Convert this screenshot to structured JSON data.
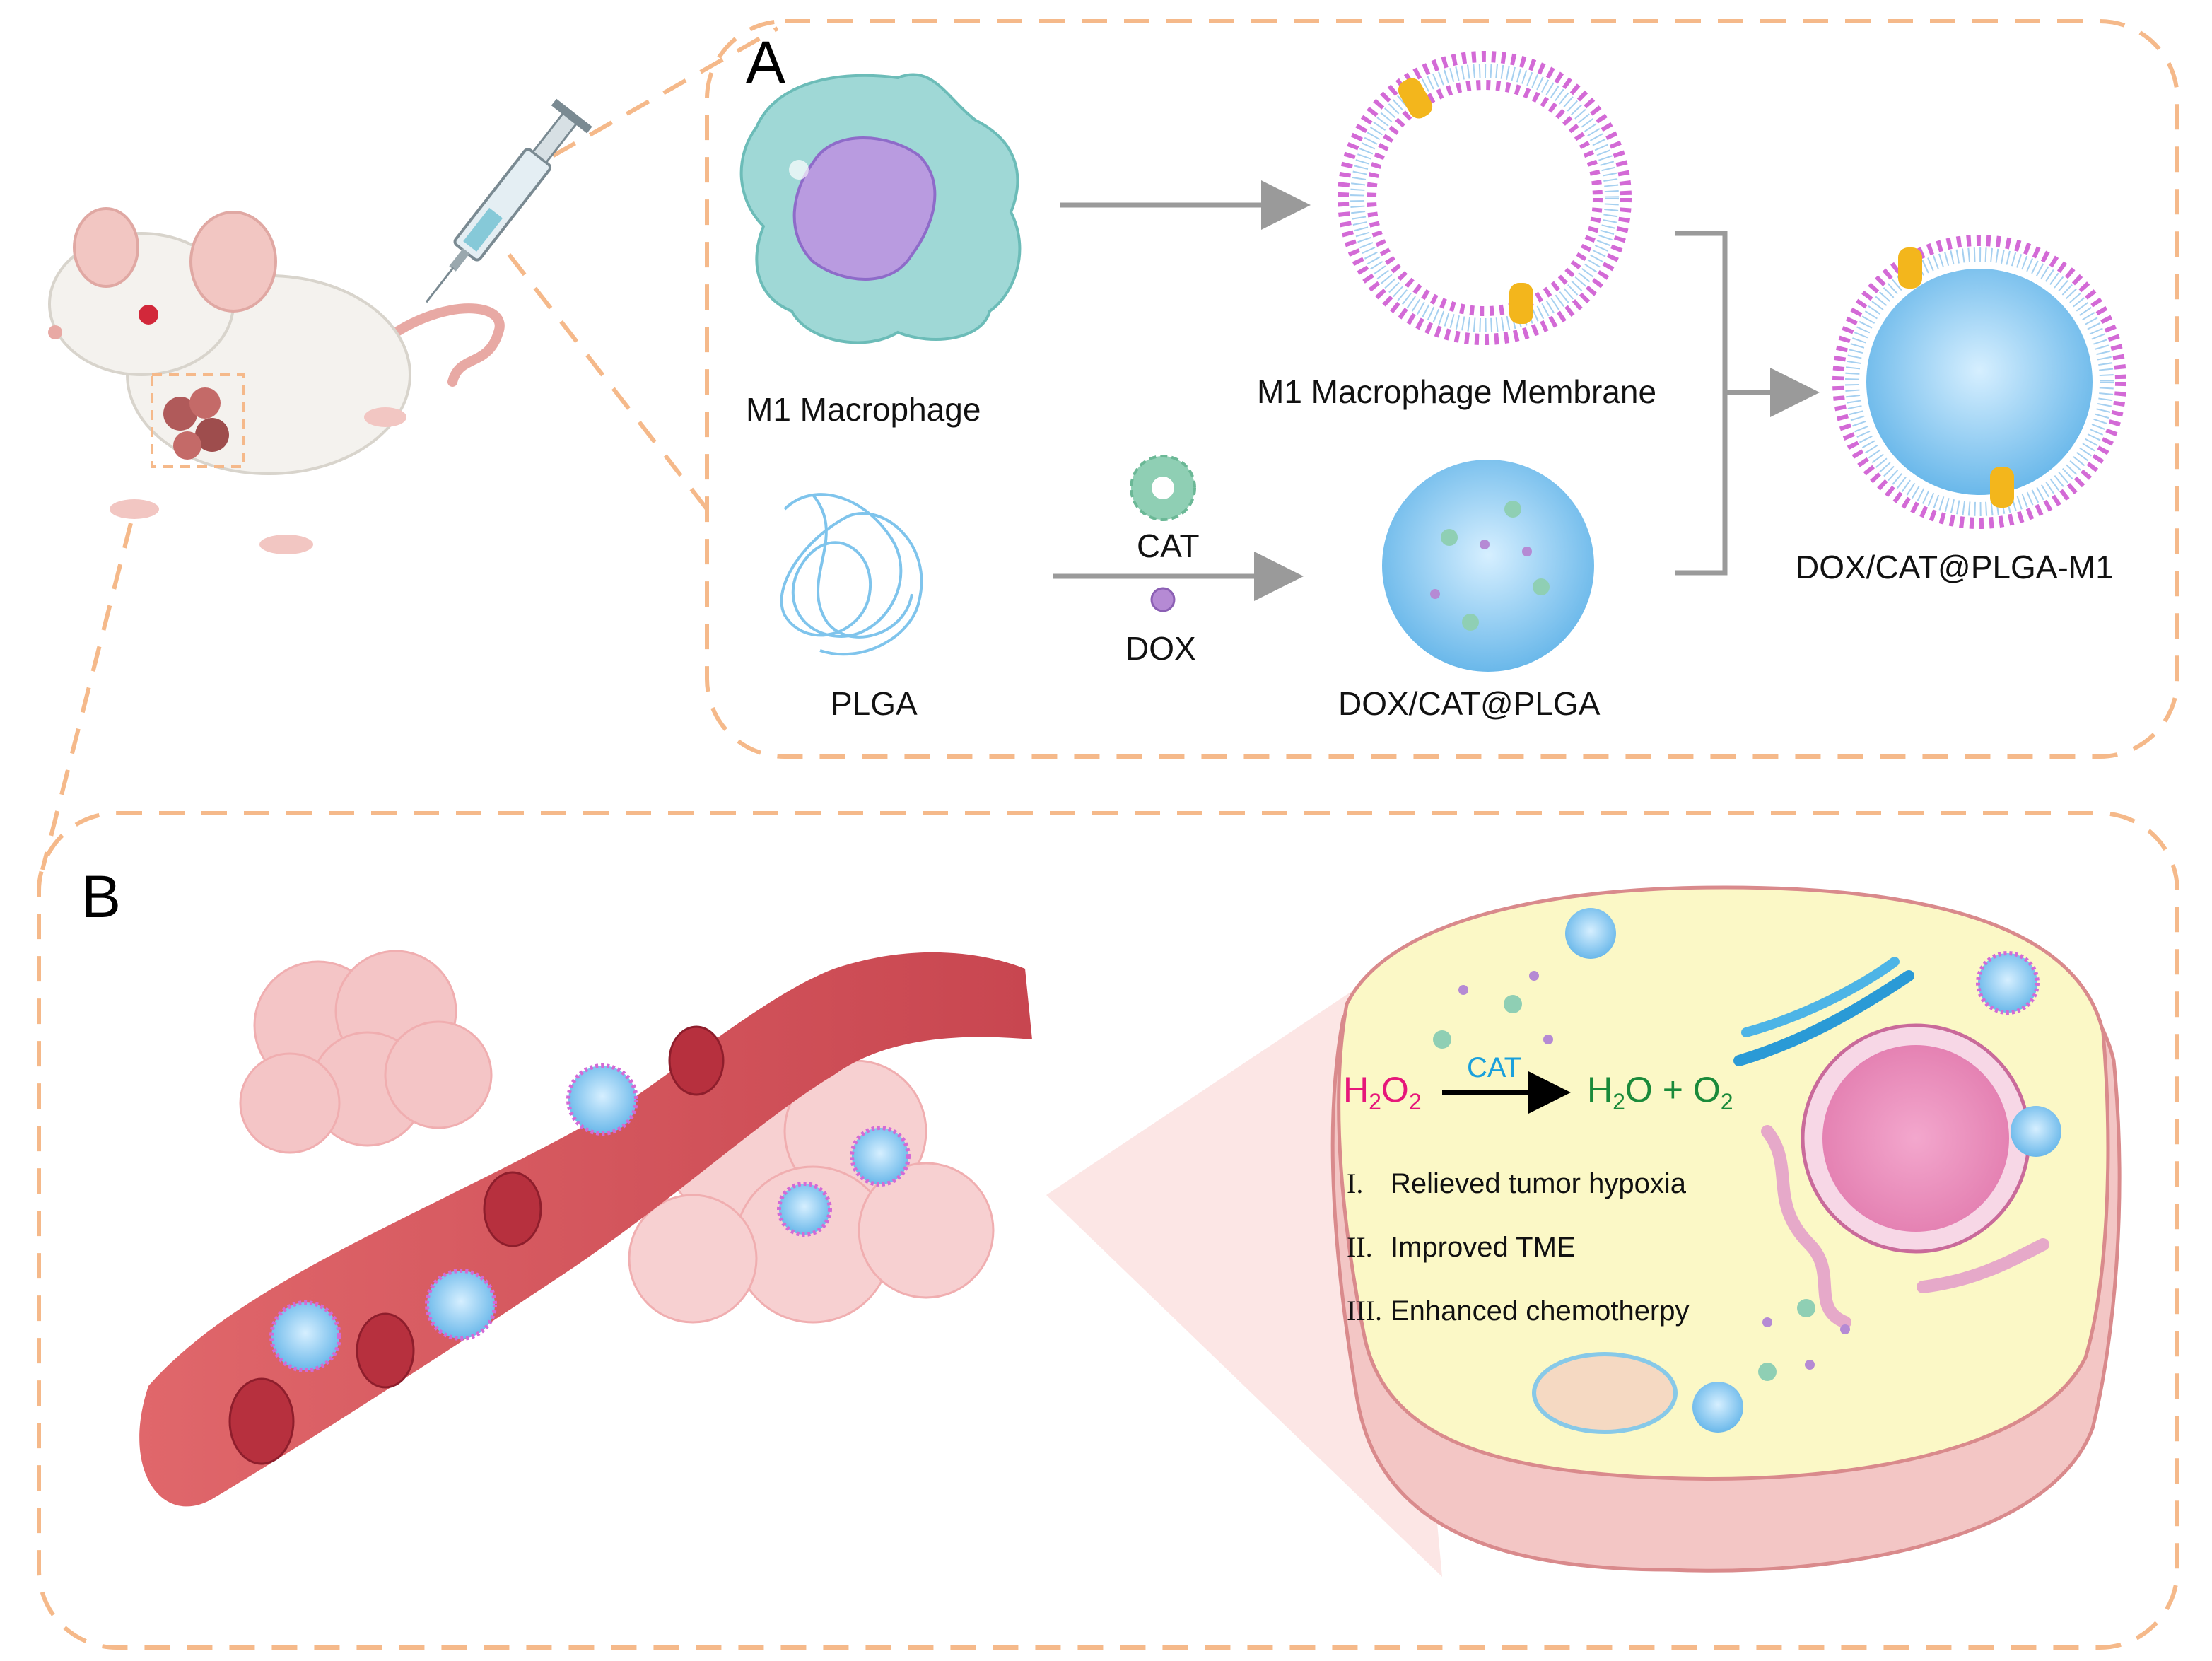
{
  "panel_a": {
    "letter": "A",
    "labels": {
      "macrophage": "M1 Macrophage",
      "membrane": "M1 Macrophage Membrane",
      "plga": "PLGA",
      "cat": "CAT",
      "dox": "DOX",
      "dox_cat_plga": "DOX/CAT@PLGA",
      "final": "DOX/CAT@PLGA-M1"
    }
  },
  "panel_b": {
    "letter": "B",
    "reaction": {
      "reactant": "H",
      "reactant_sub1": "2",
      "reactant_mid": "O",
      "reactant_sub2": "2",
      "enzyme": "CAT",
      "prod1": "H",
      "prod1_sub": "2",
      "prod1_tail": "O",
      "plus": "+",
      "prod2": "O",
      "prod2_sub": "2"
    },
    "effects": [
      {
        "num": "I.",
        "text": "Relieved tumor hypoxia"
      },
      {
        "num": "II.",
        "text": "Improved TME"
      },
      {
        "num": "III.",
        "text": "Enhanced chemotherpy"
      }
    ]
  },
  "colors": {
    "dash": "#f5b98a",
    "arrow": "#9a9a9a",
    "h2o2": "#e6177a",
    "cat": "#1aa0dc",
    "products": "#1a8a3a",
    "macrophage": "#9fd8d6",
    "nucleus_purple": "#b99be0",
    "membrane_pink": "#d36ad6",
    "plga_blue": "#7fc4ec",
    "vessel": "#d65a60",
    "cell_yellow": "#fbf8c6",
    "cell_outline": "#d98a8c"
  }
}
